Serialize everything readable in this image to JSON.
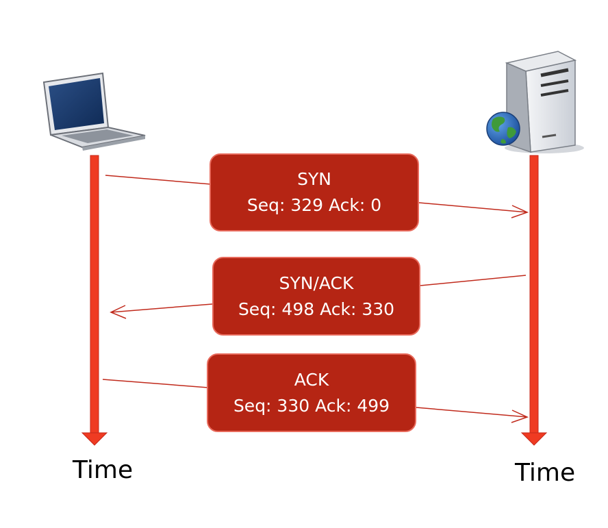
{
  "colors": {
    "timeline": "#ef3b22",
    "timeline_outline": "#c5281a",
    "box_fill": "#b52514",
    "box_border": "#e86a5c",
    "connector": "#c0291b",
    "text_on_box": "#ffffff"
  },
  "client": {
    "icon": "laptop-icon",
    "time_label": "Time"
  },
  "server": {
    "icon": "server-globe-icon",
    "time_label": "Time"
  },
  "messages": [
    {
      "title": "SYN",
      "detail": "Seq: 329 Ack: 0",
      "direction": "client-to-server"
    },
    {
      "title": "SYN/ACK",
      "detail": "Seq: 498 Ack: 330",
      "direction": "server-to-client"
    },
    {
      "title": "ACK",
      "detail": "Seq: 330 Ack: 499",
      "direction": "client-to-server"
    }
  ]
}
